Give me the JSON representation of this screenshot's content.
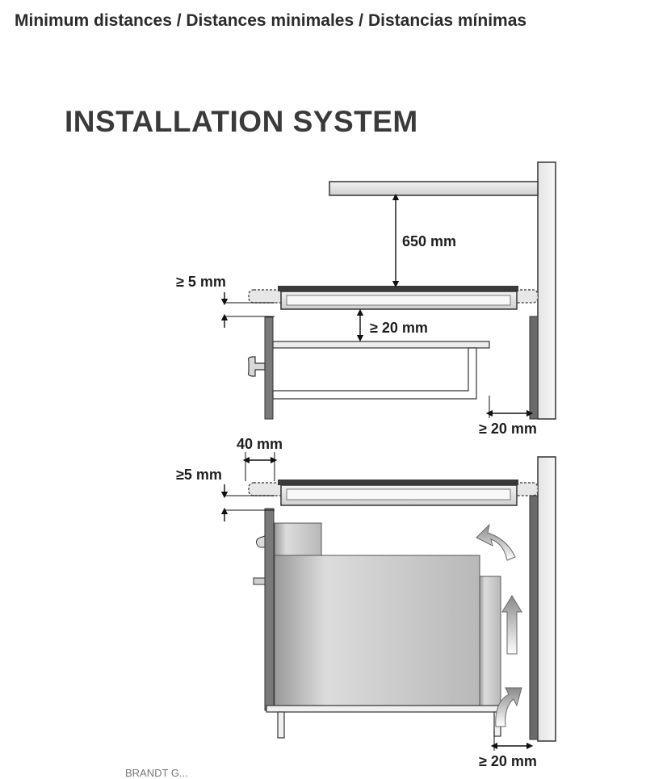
{
  "header": {
    "part1": "Minimum distances / Distances minimales",
    "separator": "/",
    "part2": "Distancias mínimas"
  },
  "title": "INSTALLATION SYSTEM",
  "diagram_top": {
    "label_hood": "650 mm",
    "label_edge": "≥ 5 mm",
    "label_drawer_gap": "≥ 20 mm",
    "label_wall_gap": "≥ 20 mm"
  },
  "diagram_bottom": {
    "label_width": "40 mm",
    "label_edge": "≥5 mm",
    "label_wall_gap": "≥ 20 mm"
  },
  "footer": "BRANDT G..."
}
